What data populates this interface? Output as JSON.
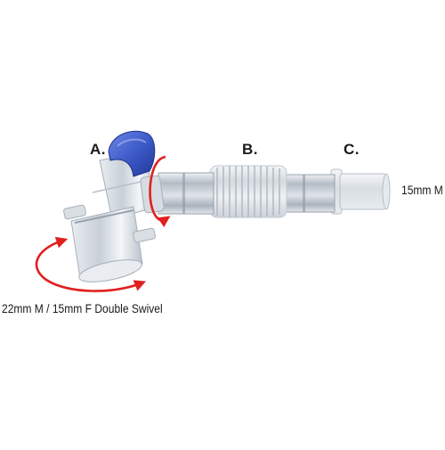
{
  "labels": {
    "part_a": "A.",
    "part_b": "B.",
    "part_c": "C.",
    "end_size": "15mm M",
    "swivel_size": "22mm M / 15mm F Double Swivel"
  },
  "colors": {
    "swivel_cap": "#3d5bc9",
    "rotation_arrow": "#e0201f",
    "tube_body": "#c9cfd6",
    "text": "#1a1a1a"
  },
  "icons": {
    "rotation_arrow_large": "rotate-arrow-icon",
    "rotation_arrow_small": "rotate-arrow-icon"
  }
}
